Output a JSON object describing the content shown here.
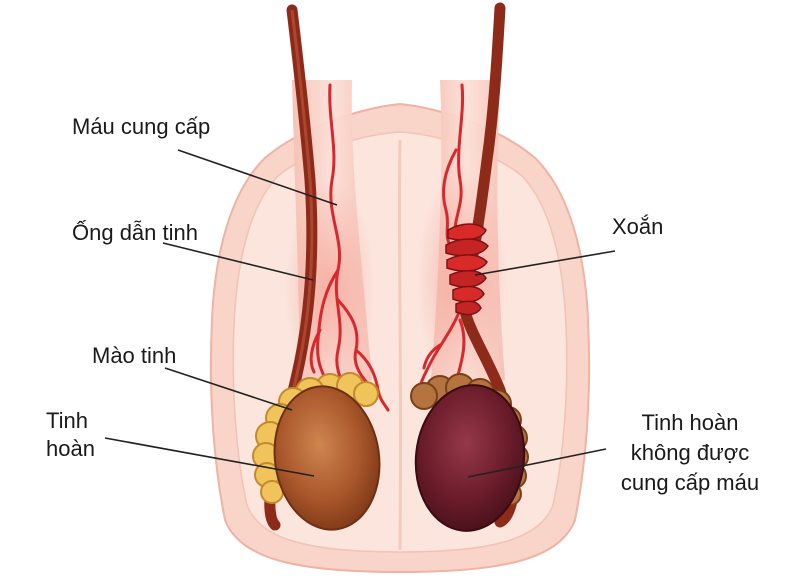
{
  "labels": {
    "blood_supply": "Máu cung cấp",
    "vas_deferens": "Ống dẫn tinh",
    "epididymis": "Mào tinh",
    "testis_line1": "Tinh",
    "testis_line2": "hoàn",
    "torsion": "Xoắn",
    "no_blood_line1": "Tinh hoàn",
    "no_blood_line2": "không được",
    "no_blood_line3": "cung cấp máu"
  },
  "colors": {
    "scrotum_outer": "#f9d6cd",
    "scrotum_inner": "#fbe6df",
    "spermatic_cord": "#f7c9bd",
    "artery": "#d8282d",
    "vas_deferens": "#9e2d1d",
    "epididymis": "#f0c35a",
    "healthy_testis": "#b25f2e",
    "torsed_testis": "#6e1f2a",
    "torsed_epididymis": "#b2713f",
    "leader_line": "#222222"
  }
}
